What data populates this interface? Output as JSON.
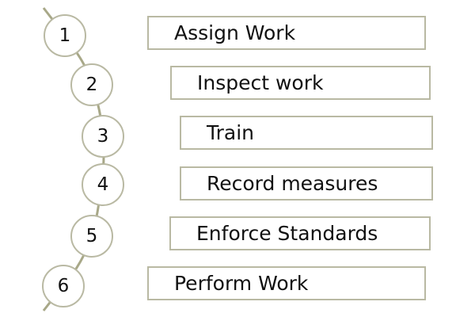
{
  "colors": {
    "connector": "#a8a888",
    "border": "#b9b9a3",
    "text": "#111111",
    "background": "#ffffff"
  },
  "steps": [
    {
      "number": "1",
      "label": "Assign Work"
    },
    {
      "number": "2",
      "label": "Inspect work"
    },
    {
      "number": "3",
      "label": "Train"
    },
    {
      "number": "4",
      "label": "Record measures"
    },
    {
      "number": "5",
      "label": "Enforce Standards"
    },
    {
      "number": "6",
      "label": "Perform Work"
    }
  ]
}
